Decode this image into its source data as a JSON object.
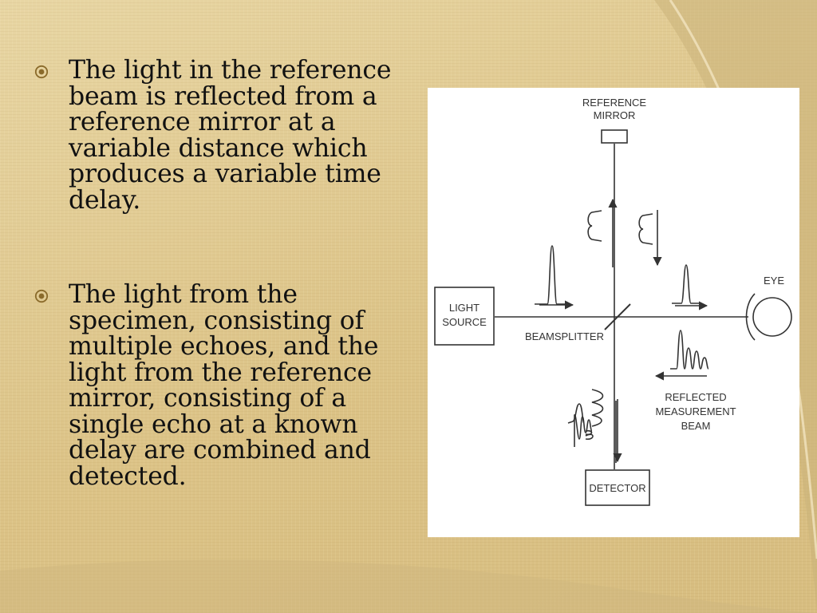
{
  "bullets": [
    {
      "icon": "circled-dot-icon",
      "text": "The light in the reference\nbeam is reflected from a\nreference mirror at a\nvariable distance which\nproduces a variable time\ndelay."
    },
    {
      "icon": "circled-dot-icon",
      "text": "The light from the\nspecimen, consisting of\nmultiple echoes, and the\nlight from the reference\nmirror, consisting of a\nsingle echo at a known\ndelay are combined and\ndetected."
    }
  ],
  "diagram": {
    "reference_mirror": [
      "REFERENCE",
      "MIRROR"
    ],
    "light_source": [
      "LIGHT",
      "SOURCE"
    ],
    "beamsplitter": "BEAMSPLITTER",
    "eye": "EYE",
    "reflected_beam": [
      "REFLECTED",
      "MEASUREMENT",
      "BEAM"
    ],
    "detector": "DETECTOR"
  },
  "colors": {
    "background": "#e2cc94",
    "bullet_icon": "#8a6a2a",
    "text": "#111111",
    "diagram_line": "#333333"
  }
}
